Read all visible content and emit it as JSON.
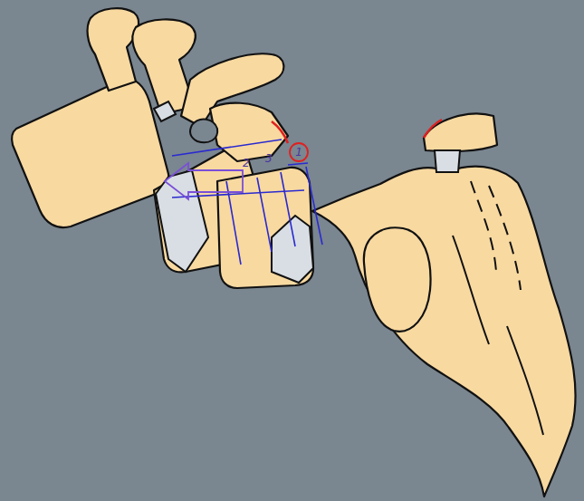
{
  "diagram": {
    "nodes": [
      {
        "text": [
          "1"
        ]
      }
    ],
    "labels": [
      "2",
      "3"
    ]
  }
}
